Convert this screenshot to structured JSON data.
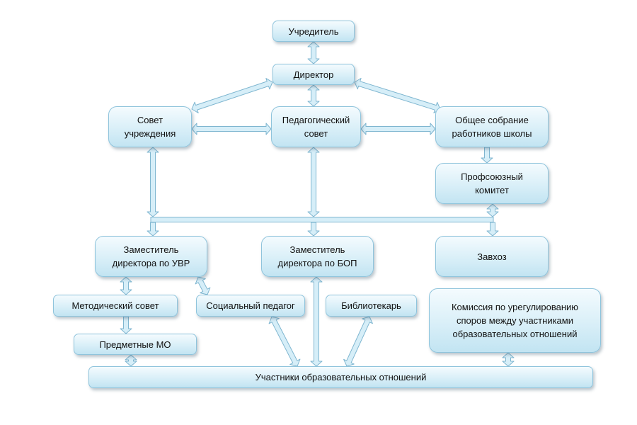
{
  "nodes": {
    "founder": "Учредитель",
    "director": "Директор",
    "council": "Совет\nучреждения",
    "ped_council": "Педагогический\nсовет",
    "general_meeting": "Общее собрание\nработников школы",
    "trade_union": "Профсоюзный\nкомитет",
    "deputy_uvr": "Заместитель\nдиректора по УВР",
    "deputy_bop": "Заместитель\nдиректора по БОП",
    "supply_manager": "Завхоз",
    "method_council": "Методический совет",
    "social_teacher": "Социальный педагог",
    "librarian": "Библиотекарь",
    "commission": "Комиссия по урегулированию\nспоров между участниками\nобразовательных отношений",
    "subject_mo": "Предметные МО",
    "participants": "Участники образовательных отношений"
  },
  "colors": {
    "arrow_fill": "#d6eef8",
    "arrow_stroke": "#7fb6d0",
    "box_border": "#8fc4dc"
  }
}
